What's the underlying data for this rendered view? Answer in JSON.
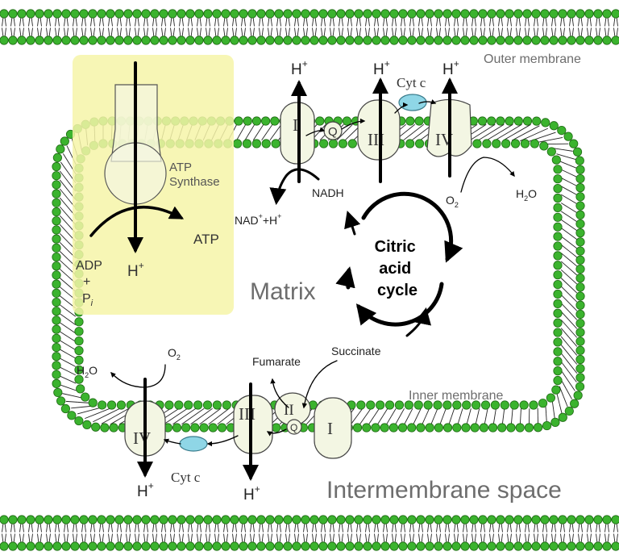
{
  "colors": {
    "head_fill": "#3bb32e",
    "head_stroke": "#1f6b14",
    "complex_fill": "#f3f6e3",
    "cyt_c_fill": "#8fd6e6",
    "atp_highlight": "#f6f5a8",
    "region_text": "#6d6d6d"
  },
  "regions": {
    "outer_membrane": "Outer membrane",
    "inner_membrane": "Inner membrane",
    "matrix": "Matrix",
    "intermembrane_space": "Intermembrane space"
  },
  "atp_synthase": {
    "name_line1": "ATP",
    "name_line2": "Synthase",
    "product": "ATP",
    "reactant_line1": "ADP",
    "reactant_line2": "+",
    "reactant_p": "P",
    "reactant_i": "i",
    "proton": "H",
    "proton_charge": "+"
  },
  "cycle": {
    "line1": "Citric",
    "line2": "acid",
    "line3": "cycle"
  },
  "top_chain": {
    "complex_1": "I",
    "complex_3": "III",
    "complex_4": "IV",
    "quinone": "Q",
    "cyt_c": "Cyt c",
    "nadh": "NADH",
    "nad_a": "NAD",
    "nad_charge": "+",
    "nad_b": "+H",
    "nad_h_charge": "+",
    "h2o_h": "H",
    "h2o_sub": "2",
    "h2o_o": "O",
    "o2_o": "O",
    "o2_sub": "2",
    "proton": "H",
    "proton_charge": "+"
  },
  "bottom_chain": {
    "complex_4": "IV",
    "complex_3": "III",
    "complex_2": "II",
    "complex_1": "I",
    "quinone": "Q",
    "cyt_c": "Cyt c",
    "fumarate": "Fumarate",
    "succinate": "Succinate",
    "h2o_h": "H",
    "h2o_sub": "2",
    "h2o_o": "O",
    "o2_o": "O",
    "o2_sub": "2",
    "proton": "H",
    "proton_charge": "+"
  }
}
